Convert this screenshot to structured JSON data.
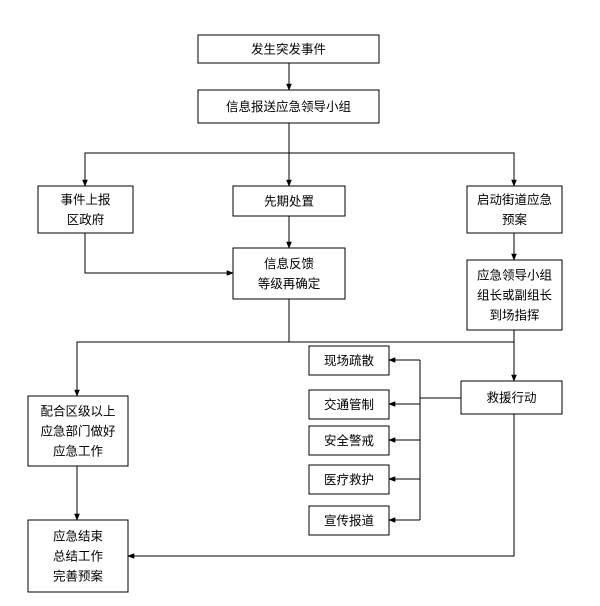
{
  "nodes": {
    "incident": [
      "发生突发事件"
    ],
    "leadership_group": [
      "信息报送应急领导小组"
    ],
    "report_district": [
      "事件上报",
      "区政府"
    ],
    "initial_response": [
      "先期处置"
    ],
    "street_plan": [
      "启动街道应急",
      "预案"
    ],
    "feedback": [
      "信息反馈",
      "等级再确定"
    ],
    "group_leader": [
      "应急领导小组",
      "组长或副组长",
      "到场指挥"
    ],
    "dispersal": [
      "现场疏散"
    ],
    "traffic": [
      "交通管制"
    ],
    "security": [
      "安全警戒"
    ],
    "medical": [
      "医疗救护"
    ],
    "publicity": [
      "宣传报道"
    ],
    "rescue": [
      "救援行动"
    ],
    "cooperate": [
      "配合区级以上",
      "应急部门做好",
      "应急工作"
    ],
    "conclude": [
      "应急结束",
      "总结工作",
      "完善预案"
    ]
  }
}
